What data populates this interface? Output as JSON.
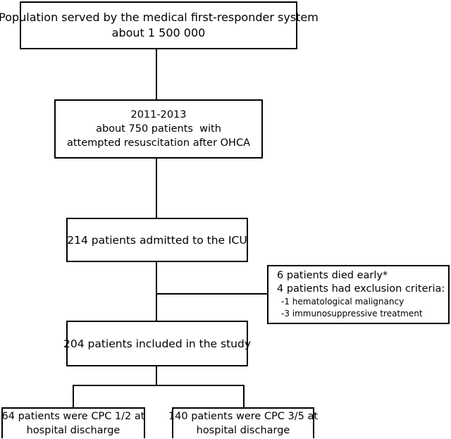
{
  "boxes": {
    "population": {
      "line1": "Population served by the medical first-responder system",
      "line2": "about 1 500 000"
    },
    "period": {
      "line1": "2011-2013",
      "line2": "about 750 patients  with",
      "line3": "attempted resuscitation after OHCA"
    },
    "admitted": {
      "line1": "214 patients admitted to the ICU"
    },
    "excluded": {
      "line1": "6 patients died early*",
      "line2": "4 patients had exclusion criteria:",
      "line3": "-1 hematological malignancy",
      "line4": "-3 immunosuppressive treatment"
    },
    "included": {
      "line1": "204 patients included in the study"
    },
    "cpc12": {
      "line1": "64 patients were CPC 1/2 at",
      "line2": "hospital discharge"
    },
    "cpc35": {
      "line1": "140 patients were CPC 3/5 at",
      "line2": "hospital discharge"
    }
  }
}
